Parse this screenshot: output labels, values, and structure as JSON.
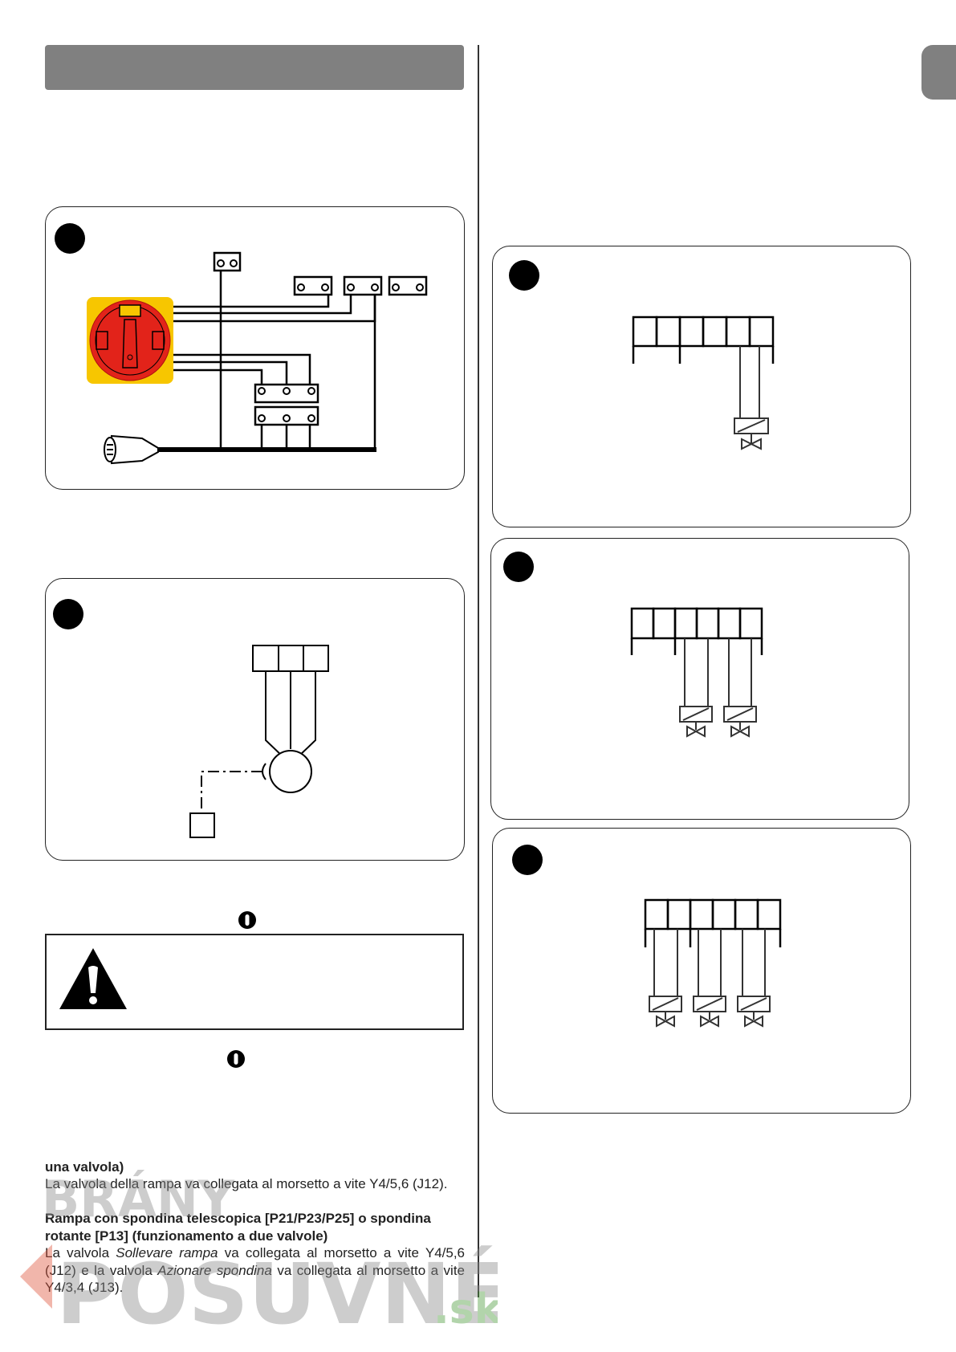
{
  "text": {
    "p1_heading": "una valvola)",
    "p1_body": "La valvola della rampa va collegata al morsetto a vite Y4/5,6 (J12).",
    "p2_heading": "Rampa con spondina telescopica  [P21/P23/P25] o spondina rotante [P13] (funzionamento a due valvole)",
    "p2_body_1": "La valvola ",
    "p2_body_italic_1": "Sollevare rampa",
    "p2_body_2": " va collegata al morsetto a vite Y4/5,6 (J12) e la valvola ",
    "p2_body_italic_2": "Azionare spondina",
    "p2_body_3": " va collegata al morsetto a vite Y4/3,4 (J13)."
  },
  "watermark": {
    "line1": "BRÁNY",
    "line2": "POSUVNÉ",
    "suffix": ".sk"
  },
  "icons": {
    "figure_marker": "filled-black-circle",
    "info": "info-icon",
    "warning": "warning-triangle-icon",
    "switch": "main-switch-icon",
    "plug": "power-plug-icon",
    "motor": "motor-icon",
    "valve": "solenoid-valve-icon"
  },
  "colors": {
    "header_gray": "#808080",
    "switch_yellow": "#f7c600",
    "switch_red": "#e2231a"
  }
}
